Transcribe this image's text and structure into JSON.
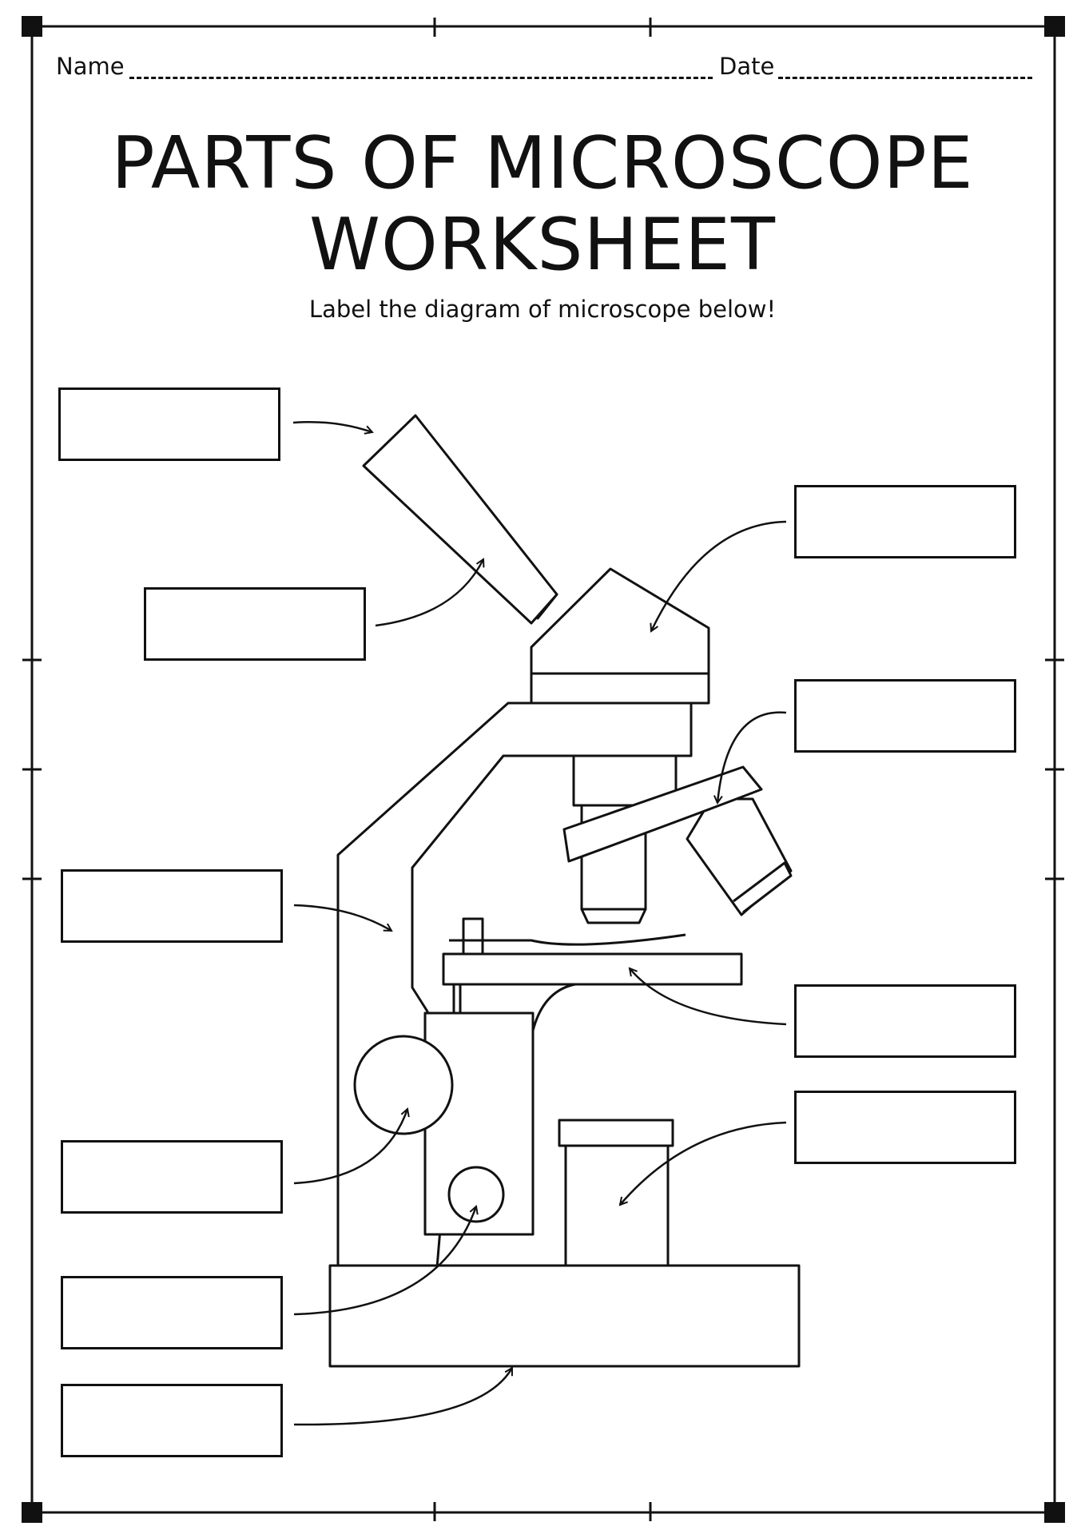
{
  "worksheet": {
    "name_label": "Name",
    "date_label": "Date",
    "title_line1": "PARTS OF MICROSCOPE",
    "title_line2": "WORKSHEET",
    "instruction": "Label the diagram of microscope below!",
    "answer_boxes": [
      "",
      "",
      "",
      "",
      "",
      "",
      "",
      "",
      "",
      "",
      ""
    ]
  },
  "colors": {
    "ink": "#111111",
    "paper": "#ffffff"
  }
}
